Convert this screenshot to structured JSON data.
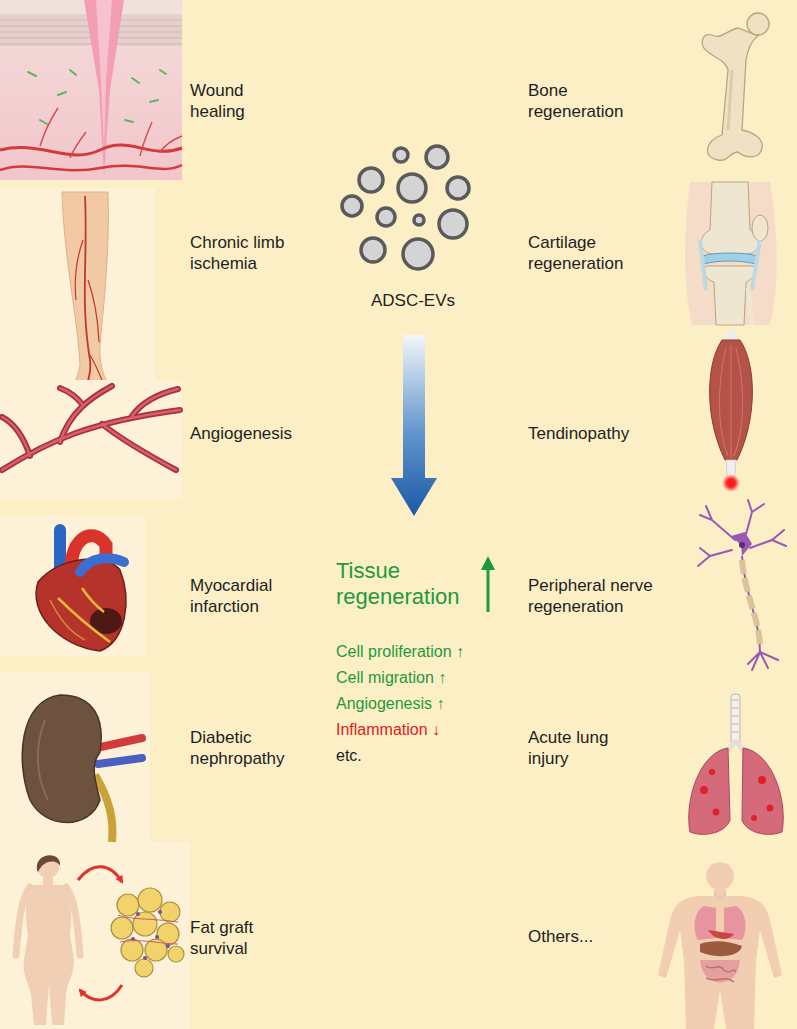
{
  "diagram": {
    "labels": [
      "Wound healing",
      "Bone regeneration",
      "Chronic limb ischemia",
      "ADSC-EVs",
      "Cartilage regeneration",
      "Angiogenesis",
      "Tendinopathy",
      "Myocardial infarction",
      "Tissue regeneration",
      "Peripheral nerve regeneration",
      "Cell proliferation ↑",
      "Cell migration ↑",
      "Angiogenesis ↑",
      "Inflammation ↓",
      "etc.",
      "Diabetic nephropathy",
      "Acute lung injury",
      "Fat graft survival",
      "Others..."
    ]
  }
}
